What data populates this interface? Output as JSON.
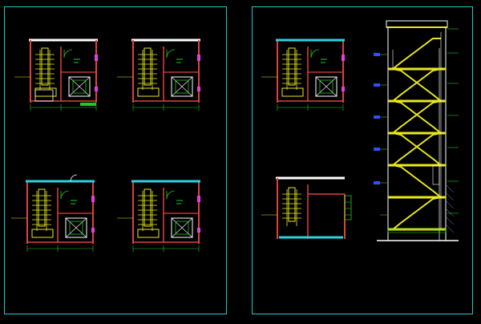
{
  "drawing": {
    "sheets": [
      {
        "name": "left-sheet",
        "contents": [
          "stair-plan-1",
          "stair-plan-2",
          "stair-plan-3",
          "stair-plan-4"
        ]
      },
      {
        "name": "right-sheet",
        "contents": [
          "stair-plan-5",
          "stair-plan-6",
          "stair-section"
        ]
      }
    ],
    "colors": {
      "background": "#000000",
      "frame": "#25c8c8",
      "wall": "#e04040",
      "stair": "#e8e820",
      "dimension": "#20c820",
      "window": "#30d0e0",
      "door": "#e040e0",
      "detail": "#ffffff",
      "hatch": "#8080ff"
    },
    "section": {
      "floors": 7,
      "stair_flights": 8
    }
  }
}
